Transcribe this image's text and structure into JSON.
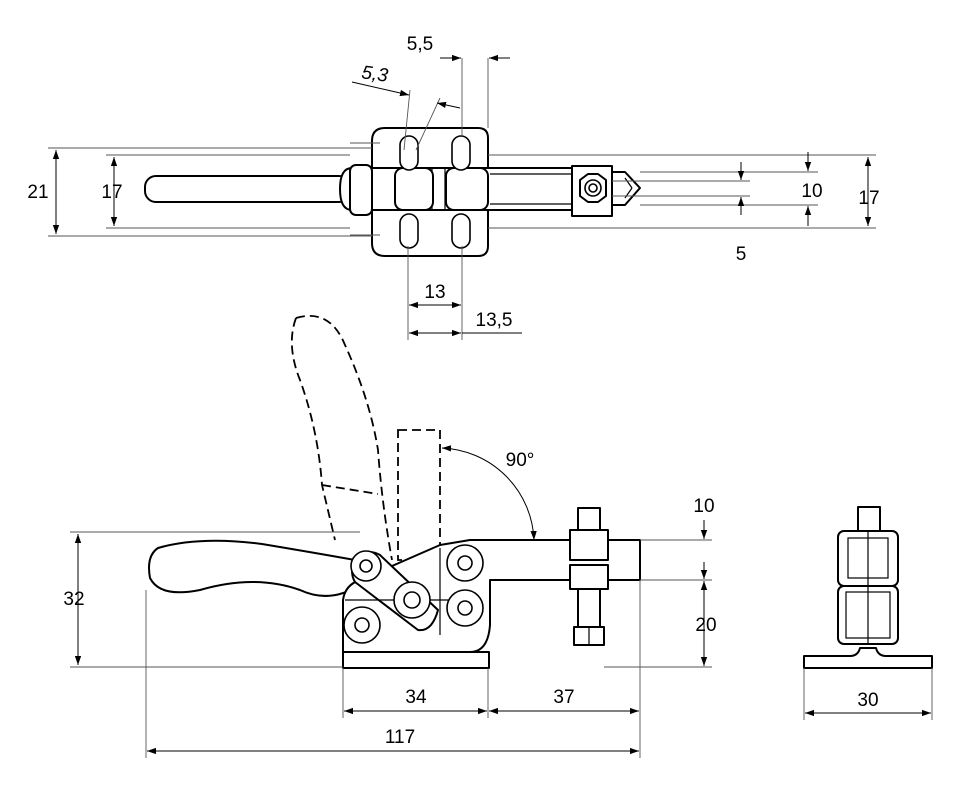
{
  "drawing": {
    "top_view": {
      "dims": {
        "slot_spacing": "5,5",
        "slot_width": "5,3",
        "overall_width_left": "21",
        "arm_width_left": "17",
        "spindle_width": "10",
        "nut_offset": "5",
        "arm_width_right": "17",
        "hole_pitch": "13",
        "hole_offset": "13,5"
      }
    },
    "side_view": {
      "dims": {
        "open_angle": "90°",
        "height": "32",
        "spindle_height": "10",
        "spindle_level": "20",
        "base_length": "34",
        "reach": "37",
        "overall_length": "117"
      }
    },
    "end_view": {
      "dims": {
        "base_width": "30"
      }
    }
  }
}
